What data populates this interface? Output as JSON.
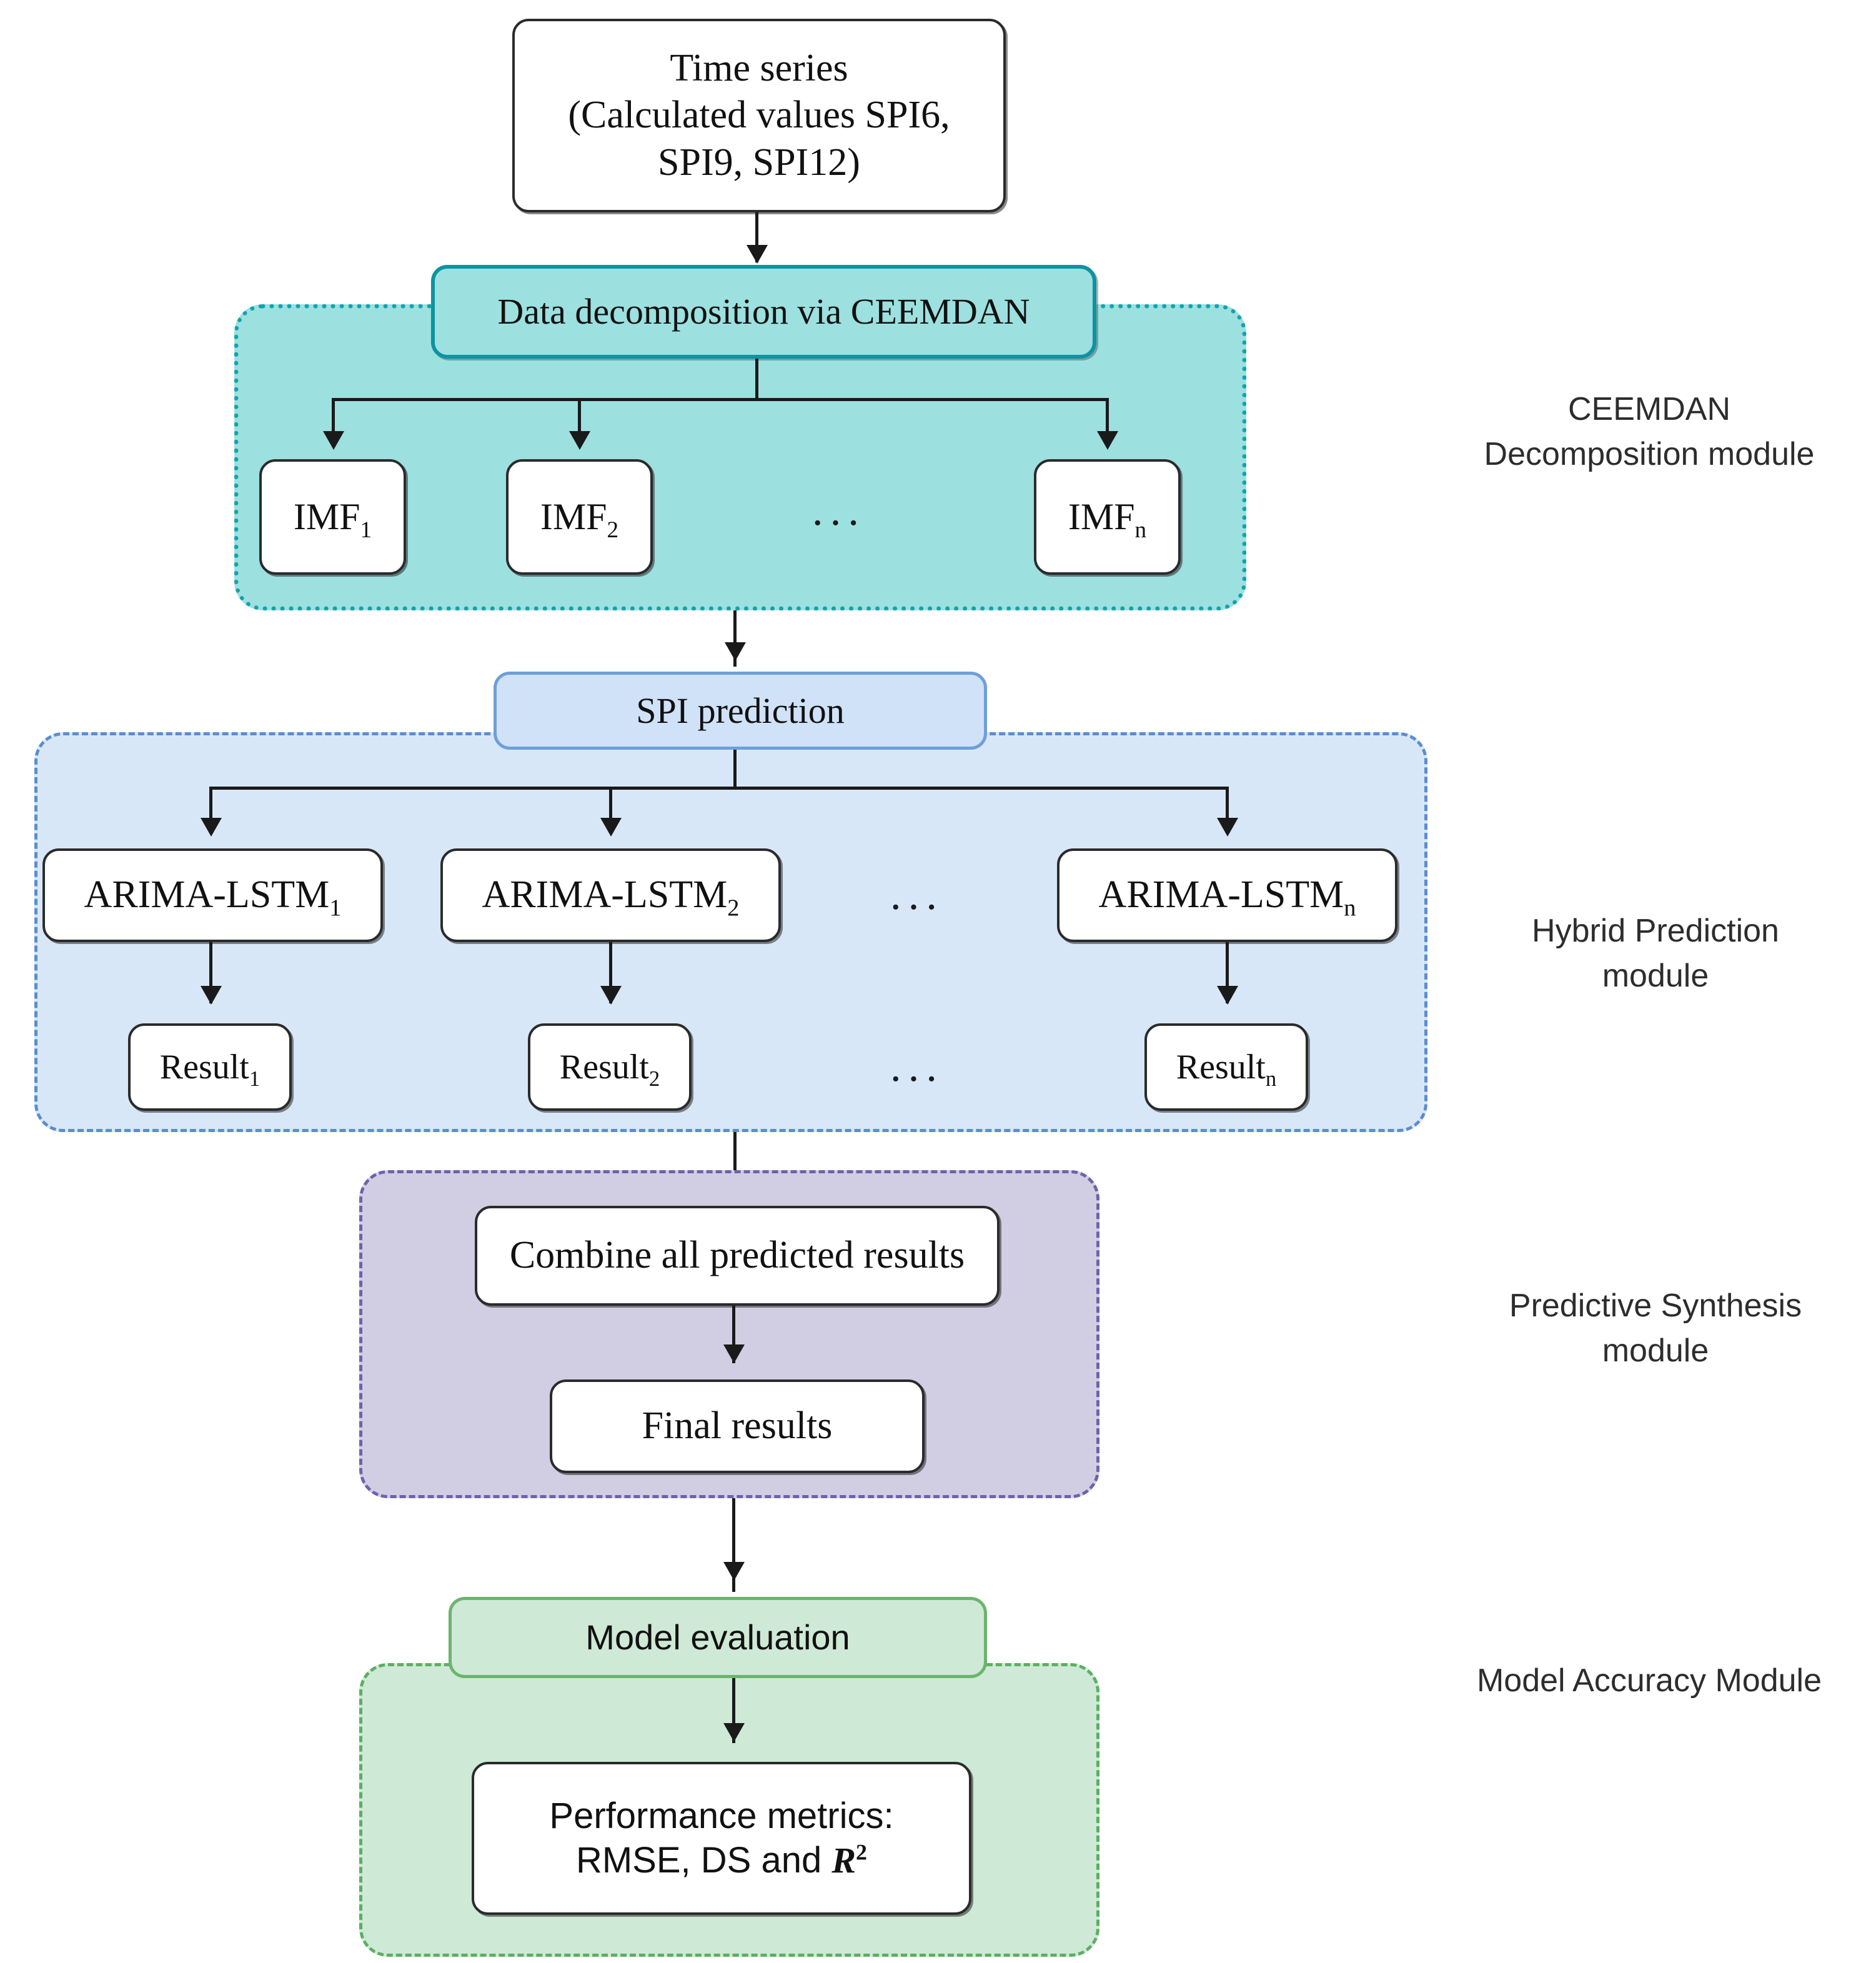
{
  "diagram": {
    "title_box": {
      "line1": "Time series",
      "line2": "(Calculated values  SPI6,",
      "line3": "SPI9, SPI12)"
    },
    "modules": [
      {
        "id": "ceemdan",
        "label_line1": "CEEMDAN",
        "label_line2": "Decomposition module",
        "fill_color": "#9ce0df",
        "border_color": "#12a3ad",
        "header": "Data decomposition via CEEMDAN",
        "nodes": [
          "IMF",
          "IMF",
          "IMF"
        ],
        "node_subs": [
          "1",
          "2",
          "n"
        ],
        "ellipsis": "..."
      },
      {
        "id": "hybrid",
        "label_line1": "Hybrid Prediction",
        "label_line2": "module",
        "fill_color": "#d8e7f8",
        "border_color": "#5b8dd0",
        "header": "SPI prediction",
        "model_nodes": [
          "ARIMA-LSTM",
          "ARIMA-LSTM",
          "ARIMA-LSTM"
        ],
        "model_subs": [
          "1",
          "2",
          "n"
        ],
        "result_nodes": [
          "Result",
          "Result",
          "Result"
        ],
        "result_subs": [
          "1",
          "2",
          "n"
        ],
        "ellipsis_top": "...",
        "ellipsis_bottom": "..."
      },
      {
        "id": "synthesis",
        "label_line1": "Predictive Synthesis",
        "label_line2": "module",
        "fill_color": "#d1cee3",
        "border_color": "#6d63ab",
        "node_combine": "Combine all predicted results",
        "node_final": "Final results"
      },
      {
        "id": "accuracy",
        "label_line1": "Model Accuracy Module",
        "label_line2": "",
        "fill_color": "#cee9d5",
        "border_color": "#5cae63",
        "header": "Model evaluation",
        "metrics_line1": "Performance metrics:",
        "metrics_line2_prefix": "RMSE, DS and ",
        "metrics_r": "R",
        "metrics_r_sup": "2"
      }
    ]
  }
}
